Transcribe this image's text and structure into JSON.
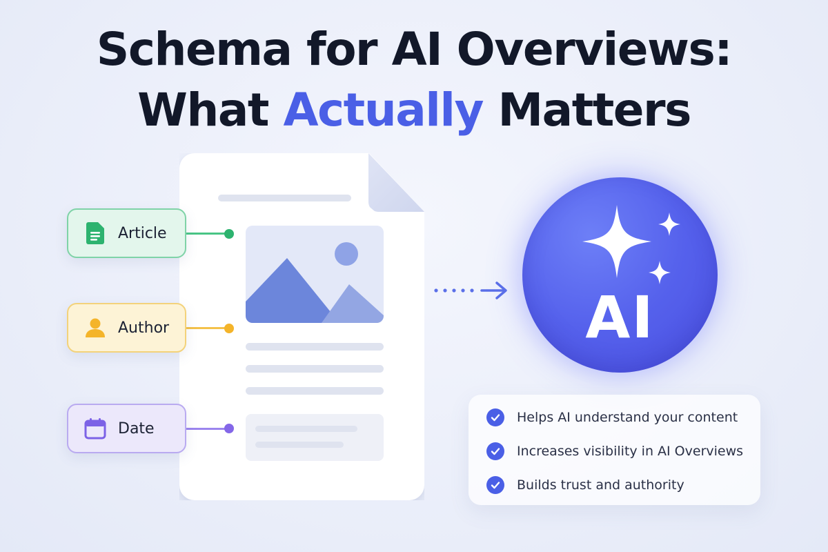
{
  "title": {
    "line1": "Schema for AI Overviews:",
    "line2_before": "What ",
    "line2_accent": "Actually",
    "line2_after": " Matters",
    "accent_color": "#4a5fe6"
  },
  "tags": [
    {
      "label": "Article",
      "icon": "document-icon",
      "color": "#2db36f"
    },
    {
      "label": "Author",
      "icon": "person-icon",
      "color": "#f4b42a"
    },
    {
      "label": "Date",
      "icon": "calendar-icon",
      "color": "#7c62e6"
    }
  ],
  "ai_badge": {
    "label": "AI",
    "icon": "sparkle-icon",
    "color": "#5561ec"
  },
  "benefits": [
    {
      "text": "Helps AI understand your content",
      "icon": "check-icon"
    },
    {
      "text": "Increases visibility in AI Overviews",
      "icon": "check-icon"
    },
    {
      "text": "Builds trust and authority",
      "icon": "check-icon"
    }
  ]
}
